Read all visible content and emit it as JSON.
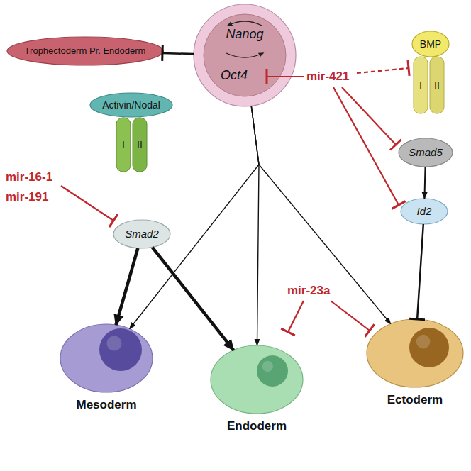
{
  "diagram": {
    "nodes": [
      {
        "text": [
          "Nanog",
          "Oct4"
        ]
      },
      {
        "text": [
          "Trophectoderm Pr. Endoderm"
        ]
      },
      {
        "text": [
          "BMP"
        ]
      },
      {
        "text": [
          "Activin/Nodal"
        ]
      },
      {
        "text": [
          "Smad5"
        ]
      },
      {
        "text": [
          "Smad2"
        ]
      },
      {
        "text": [
          "Id2"
        ]
      },
      {
        "text": [
          "Mesoderm"
        ]
      },
      {
        "text": [
          "Endoderm"
        ]
      },
      {
        "text": [
          "Ectoderm"
        ]
      }
    ],
    "edges": [
      {
        "from": 0,
        "to": 1,
        "arrow": "to"
      },
      {
        "from": 5,
        "to": 7,
        "arrow": "to"
      },
      {
        "from": 5,
        "to": 8,
        "arrow": "to"
      },
      {
        "from": 4,
        "to": 6,
        "arrow": "to"
      },
      {
        "from": 6,
        "to": 9,
        "arrow": "to"
      },
      {
        "from": 0,
        "to": 7,
        "arrow": "to"
      },
      {
        "from": 0,
        "to": 8,
        "arrow": "to"
      },
      {
        "from": 0,
        "to": 9,
        "arrow": "to"
      }
    ],
    "labels": [
      "mir-421",
      "I",
      "II",
      "mir-16-1",
      "mir-191",
      "I",
      "II",
      "mir-23a"
    ]
  }
}
